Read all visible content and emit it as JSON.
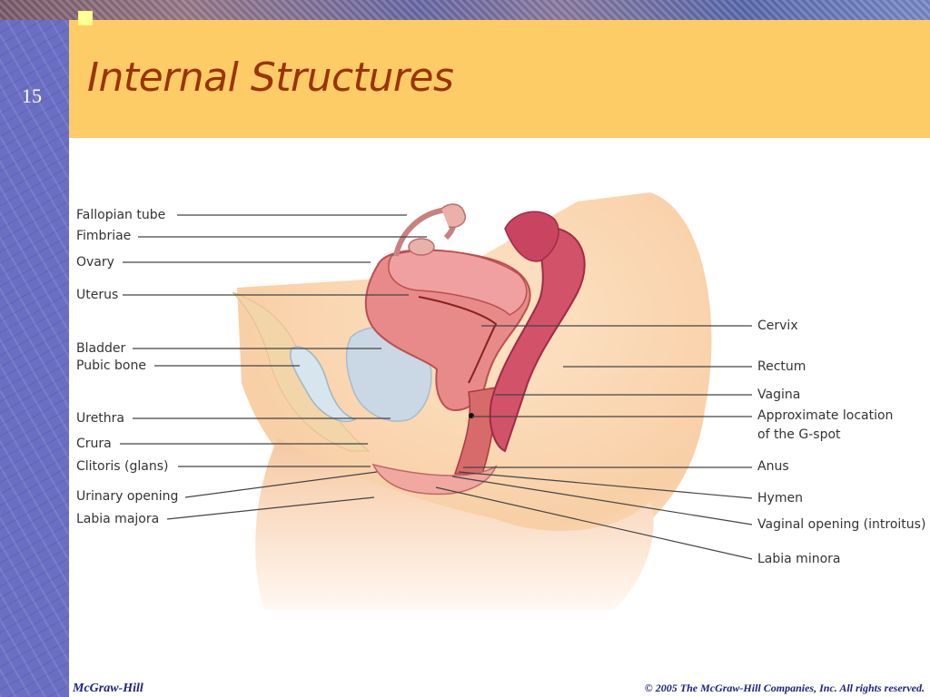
{
  "slide": {
    "number": "15",
    "title": "Internal Structures"
  },
  "diagram": {
    "left_labels": [
      "Fallopian tube",
      "Fimbriae",
      "Ovary",
      "Uterus",
      "Bladder",
      "Pubic bone",
      "Urethra",
      "Crura",
      "Clitoris (glans)",
      "Urinary opening",
      "Labia majora"
    ],
    "right_labels": [
      "Cervix",
      "Rectum",
      "Vagina",
      "Approximate location",
      "of the G-spot",
      "Anus",
      "Hymen",
      "Vaginal opening (introitus)",
      "Labia minora"
    ]
  },
  "footer": {
    "publisher": "McGraw-Hill",
    "copyright": "© 2005 The McGraw-Hill Companies, Inc. All rights reserved."
  },
  "colors": {
    "title_band": "#fecc66",
    "title_text": "#993300",
    "side_panel": "#6b6fc4",
    "footer_text": "#1a237e"
  }
}
